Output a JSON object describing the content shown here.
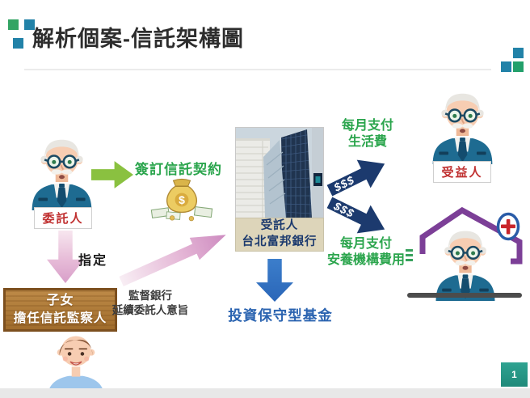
{
  "slide": {
    "title": "解析個案-信託架構圖",
    "page_number": "1"
  },
  "colors": {
    "deco_green": "#33a464",
    "deco_teal": "#2282a8",
    "arrow_green": "#8ac140",
    "text_green": "#2ba54d",
    "navy_arrow": "#1c3a6e",
    "invest_blue": "#2f6fc1",
    "text_blue": "#2a63b0",
    "label_red": "#c03030",
    "house_purple": "#7c3f97",
    "wood_brown": "#a9742f",
    "page_teal": "#2a9a88"
  },
  "diagram": {
    "trustor": {
      "label": "委託人"
    },
    "contract": {
      "label": "簽訂信託契約"
    },
    "trustee": {
      "role": "受託人",
      "name": "台北富邦銀行"
    },
    "money_text": "$$$",
    "monthly_living": {
      "line1": "每月支付",
      "line2": "生活費"
    },
    "beneficiary": {
      "label": "受益人"
    },
    "monthly_care": {
      "line1": "每月支付",
      "line2": "安養機構費用"
    },
    "invest": {
      "label": "投資保守型基金"
    },
    "designate": {
      "label": "指定"
    },
    "supervisor": {
      "line1": "子女",
      "line2": "擔任信託監察人"
    },
    "supervise_note": {
      "line1": "監督銀行",
      "line2": "延續委託人意旨"
    }
  },
  "icons": {
    "dollar_sign": "$",
    "trustor": "elderly-man",
    "beneficiary": "elderly-man",
    "care_home": "house-with-elderly-man-and-medical-cross",
    "supervisor_child": "young-man",
    "contract": "money-bag",
    "trustee": "bank-building-photo"
  }
}
